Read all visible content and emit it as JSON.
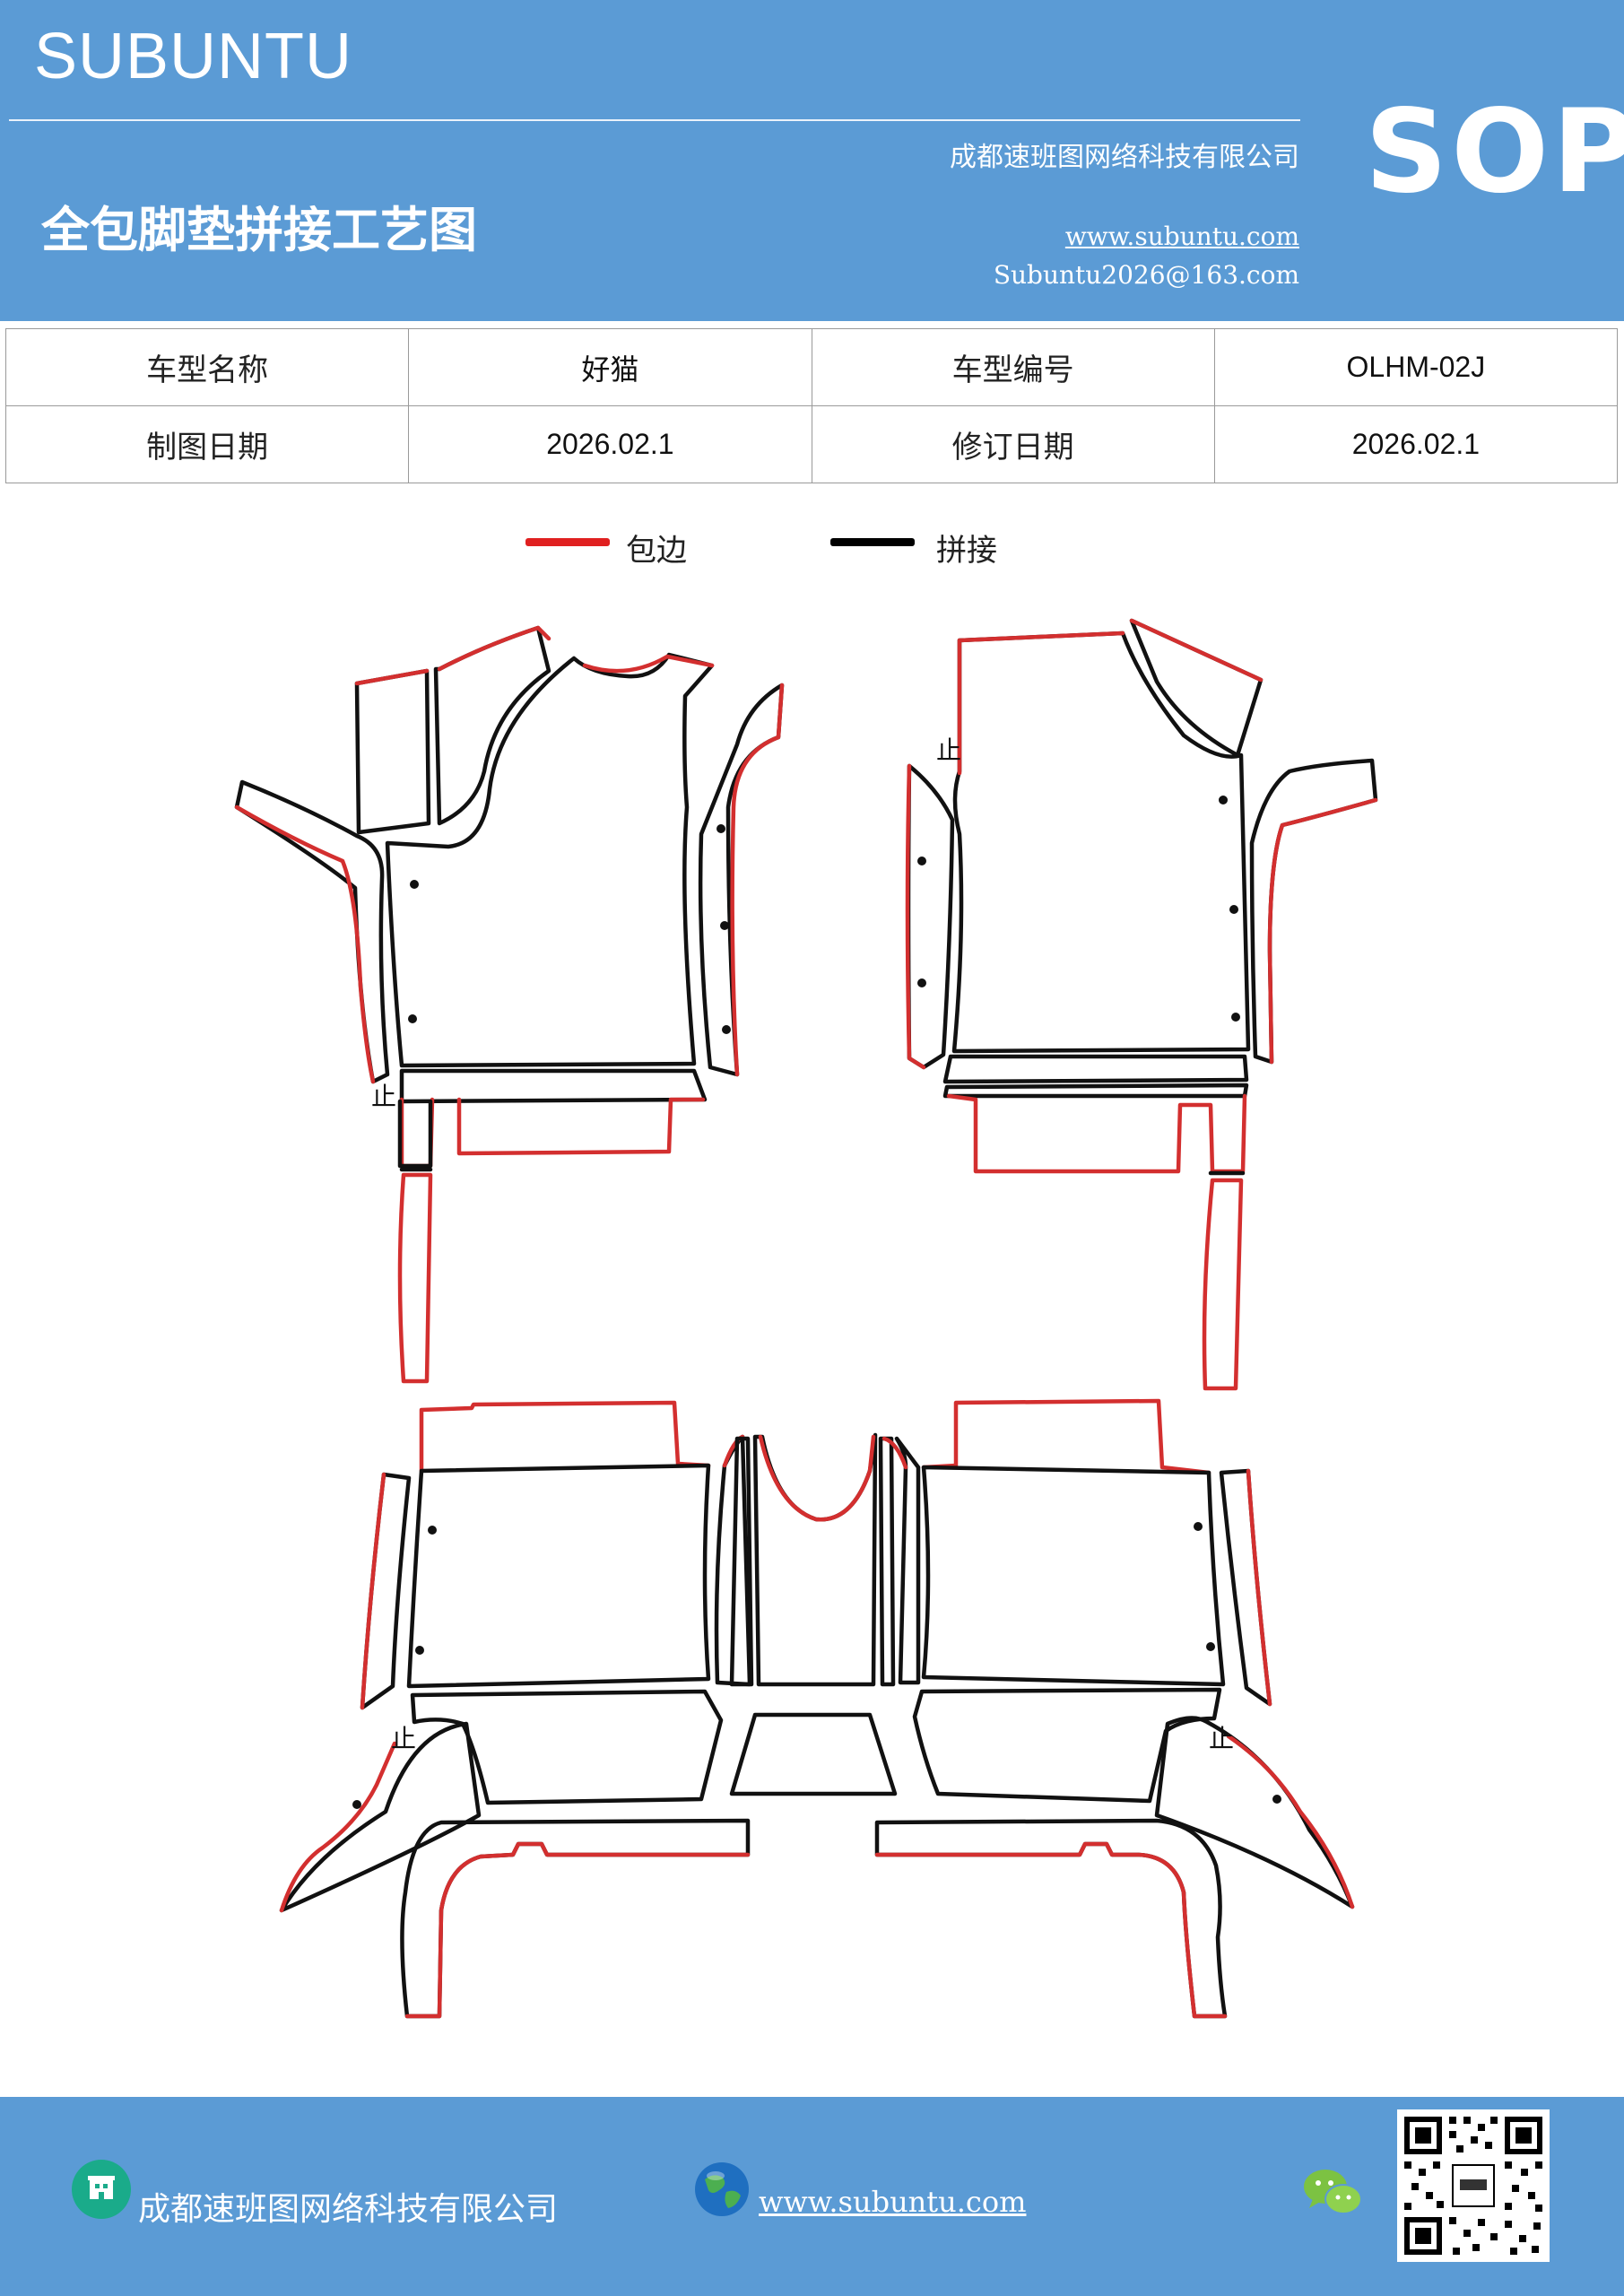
{
  "header": {
    "brand": "SUBUNTU",
    "company": "成都速班图网络科技有限公司",
    "title": "全包脚垫拼接工艺图",
    "website": "www.subuntu.com",
    "email": "Subuntu2026@163.com",
    "badge": "SOP",
    "background_color": "#5b9bd5"
  },
  "info_table": {
    "rows": [
      [
        "车型名称",
        "好猫",
        "车型编号",
        "OLHM-02J"
      ],
      [
        "制图日期",
        "2026.02.1",
        "修订日期",
        "2026.02.1"
      ]
    ]
  },
  "legend": {
    "items": [
      {
        "label": "包边",
        "color": "#e02020"
      },
      {
        "label": "拼接",
        "color": "#000000"
      }
    ]
  },
  "diagram": {
    "stop_marks": [
      "止",
      "止",
      "止",
      "止"
    ],
    "edge_color": "#d32f2f",
    "seam_color": "#111111"
  },
  "footer": {
    "company": "成都速班图网络科技有限公司",
    "website": "www.subuntu.com",
    "icons": [
      "building-icon",
      "globe-icon",
      "wechat-icon",
      "qr-code"
    ]
  }
}
